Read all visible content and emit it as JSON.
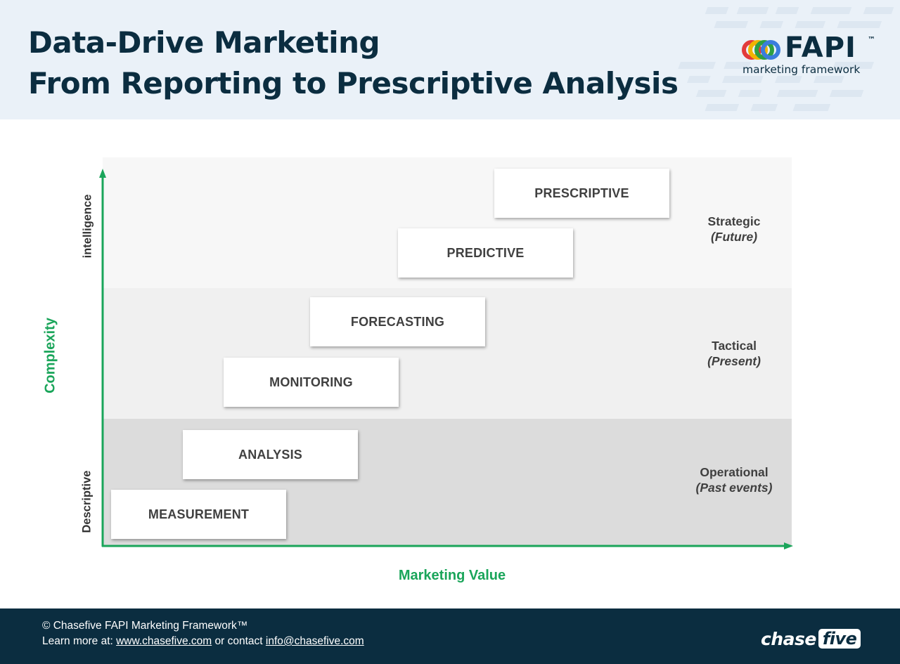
{
  "header": {
    "title_line1": "Data-Drive Marketing",
    "title_line2": "From Reporting to Prescriptive Analysis",
    "logo": {
      "wordmark": "FAPI",
      "trademark": "™",
      "subtitle": "marketing framework",
      "ring_colors": [
        "#e23b3b",
        "#f2b400",
        "#2ea043",
        "#3b7ddd"
      ]
    },
    "background": "#eaf1f8"
  },
  "diagram": {
    "x_axis_title": "Marketing Value",
    "y_axis_title": "Complexity",
    "y_axis_top_label": "intelligence",
    "y_axis_bottom_label": "Descriptive",
    "axis_color": "#1aa55a",
    "bands": [
      {
        "name": "Strategic",
        "sub": "(Future)",
        "color": "#f7f7f7"
      },
      {
        "name": "Tactical",
        "sub": "(Present)",
        "color": "#f0f0f0"
      },
      {
        "name": "Operational",
        "sub": "(Past events)",
        "color": "#dcdcdc"
      }
    ],
    "stages": [
      {
        "label": "MEASUREMENT"
      },
      {
        "label": "ANALYSIS"
      },
      {
        "label": "MONITORING"
      },
      {
        "label": "FORECASTING"
      },
      {
        "label": "PREDICTIVE"
      },
      {
        "label": "PRESCRIPTIVE"
      }
    ]
  },
  "footer": {
    "copyright": "© Chasefive FAPI Marketing Framework™",
    "learn_prefix": "Learn more at: ",
    "website": "www.chasefive.com",
    "contact_mid": " or contact ",
    "email": "info@chasefive.com",
    "brand_left": "chase",
    "brand_right": "five",
    "background": "#0b2d40"
  }
}
